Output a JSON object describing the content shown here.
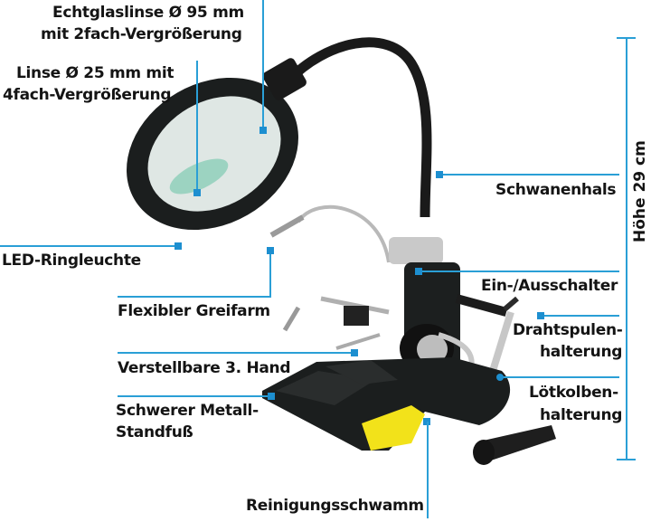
{
  "labels": {
    "lens_95": [
      "Echtglaslinse Ø 95 mm",
      "mit 2fach-Vergrößerung"
    ],
    "lens_25": [
      "Linse Ø 25 mm mit",
      "4fach-Vergrößerung"
    ],
    "led_ring": "LED-Ringleuchte",
    "flex_arm": "Flexibler Greifarm",
    "third_hand": "Verstellbare 3. Hand",
    "metal_base": [
      "Schwerer Metall-",
      "Standfuß"
    ],
    "gooseneck": "Schwanenhals",
    "switch": "Ein-/Ausschalter",
    "wire_spool": [
      "Drahtspulen-",
      "halterung"
    ],
    "iron_holder": [
      "Lötkolben-",
      "halterung"
    ],
    "sponge": "Reinigungsschwamm",
    "height": "Höhe 29 cm"
  },
  "colors": {
    "callout_line": "#2a9fd6",
    "sponge": "#f2e21a",
    "body": "#1c1f1f"
  }
}
